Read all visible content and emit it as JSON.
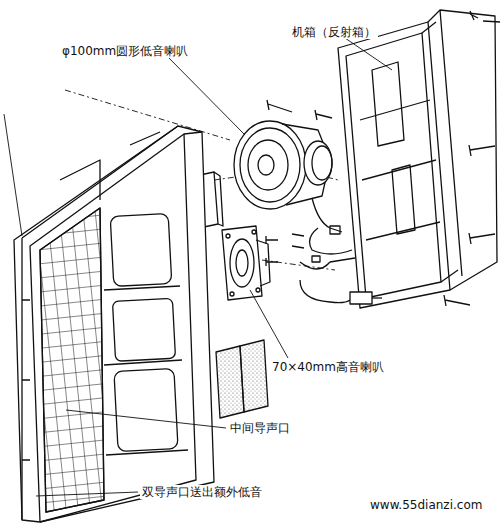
{
  "diagram": {
    "labels": [
      "机箱（反射箱）",
      "φ100mm圆形低音喇叭",
      "70×40mm高音喇叭",
      "中间导声口",
      "双导声口送出额外低音",
      "www.55dianzi.com"
    ]
  }
}
